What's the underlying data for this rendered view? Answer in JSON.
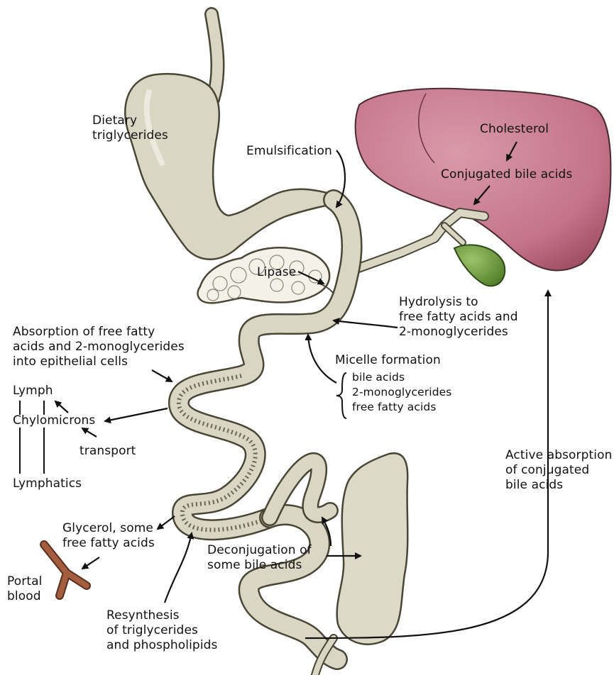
{
  "labels": {
    "dietary": "Dietary\ntriglycerides",
    "emulsification": "Emulsification",
    "cholesterol": "Cholesterol",
    "conjugated": "Conjugated bile acids",
    "lipase": "Lipase",
    "hydrolysis": "Hydrolysis to\nfree fatty acids and\n2-monoglycerides",
    "absorption": "Absorption of free fatty\nacids and 2-monoglycerides\ninto epithelial cells",
    "micelle_title": "Micelle formation",
    "micelle_items": "bile acids\n2-monoglycerides\nfree fatty acids",
    "lymph": "Lymph",
    "chylomicrons": "Chylomicrons",
    "transport": "transport",
    "lymphatics": "Lymphatics",
    "active": "Active absorption\nof conjugated\nbile acids",
    "glycerol": "Glycerol, some\nfree fatty acids",
    "portal": "Portal\nblood",
    "deconjugation": "Deconjugation of\nsome bile acids",
    "resynthesis": "Resynthesis\nof triglycerides\nand phospholipids"
  },
  "colors": {
    "gut": "#d9d6c4",
    "gut_outline": "#4a4636",
    "liver": "#c9788c",
    "gallbladder": "#6e9a3c",
    "pancreas": "#f3f1e8",
    "vessel": "#a45d3e"
  }
}
